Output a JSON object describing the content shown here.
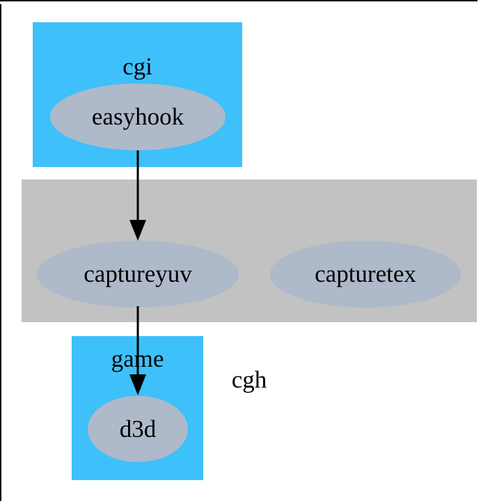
{
  "diagram": {
    "type": "graphviz-cluster-digraph",
    "clusters": [
      {
        "id": "cgi",
        "label": "cgi",
        "fill": "#3ec0fa",
        "contains": [
          "easyhook"
        ]
      },
      {
        "id": "cgh",
        "label": "cgh",
        "fill": "#c2c2c2",
        "contains": [
          "captureyuv",
          "capturetex"
        ]
      },
      {
        "id": "game",
        "label": "game",
        "fill": "#3ec0fa",
        "contains": [
          "d3d"
        ]
      }
    ],
    "nodes": [
      {
        "id": "easyhook",
        "label": "easyhook",
        "cluster": "cgi",
        "fill": "#aeb9c9",
        "shape": "ellipse"
      },
      {
        "id": "captureyuv",
        "label": "captureyuv",
        "cluster": "cgh",
        "fill": "#aeb9c9",
        "shape": "ellipse"
      },
      {
        "id": "capturetex",
        "label": "capturetex",
        "cluster": "cgh",
        "fill": "#aeb9c9",
        "shape": "ellipse"
      },
      {
        "id": "d3d",
        "label": "d3d",
        "cluster": "game",
        "fill": "#aeb9c9",
        "shape": "ellipse"
      }
    ],
    "edges": [
      {
        "from": "easyhook",
        "to": "captureyuv",
        "style": "solid-arrow",
        "color": "#000000"
      },
      {
        "from": "captureyuv",
        "to": "d3d",
        "style": "solid-arrow",
        "color": "#000000"
      }
    ],
    "colors": {
      "background": "#ffffff",
      "frame_border": "#000000",
      "text": "#000000",
      "cluster_blue": "#3ec0fa",
      "cluster_grey": "#c2c2c2",
      "node_fill": "#aeb9c9"
    }
  }
}
